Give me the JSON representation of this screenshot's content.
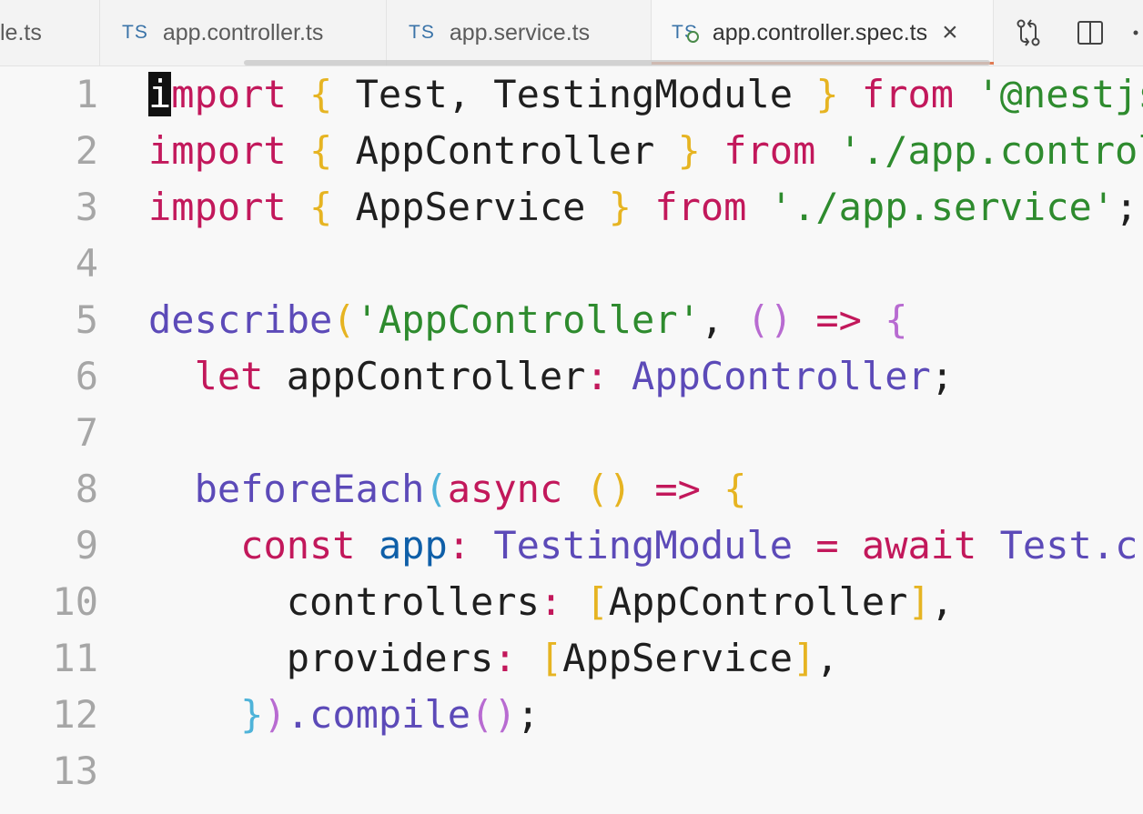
{
  "tabs": [
    {
      "label": "le.ts",
      "icon": "",
      "active": false
    },
    {
      "label": "app.controller.ts",
      "icon": "TS",
      "active": false
    },
    {
      "label": "app.service.ts",
      "icon": "TS",
      "active": false
    },
    {
      "label": "app.controller.spec.ts",
      "icon": "TS",
      "active": true
    }
  ],
  "tab_close_glyph": "×",
  "toolbar_icons": [
    "compare-changes-icon",
    "split-editor-icon",
    "more-actions-icon"
  ],
  "line_numbers": [
    "1",
    "2",
    "3",
    "4",
    "5",
    "6",
    "7",
    "8",
    "9",
    "10",
    "11",
    "12",
    "13"
  ],
  "lines": [
    [
      [
        "cursor-char",
        "i"
      ],
      [
        "kw",
        "mport "
      ],
      [
        "br1",
        "{ "
      ],
      [
        "pl",
        "Test, TestingModule "
      ],
      [
        "br1",
        "} "
      ],
      [
        "kw",
        "from "
      ],
      [
        "str",
        "'@nestjs"
      ]
    ],
    [
      [
        "kw",
        "import "
      ],
      [
        "br1",
        "{ "
      ],
      [
        "pl",
        "AppController "
      ],
      [
        "br1",
        "} "
      ],
      [
        "kw",
        "from "
      ],
      [
        "str",
        "'./app.control"
      ]
    ],
    [
      [
        "kw",
        "import "
      ],
      [
        "br1",
        "{ "
      ],
      [
        "pl",
        "AppService "
      ],
      [
        "br1",
        "} "
      ],
      [
        "kw",
        "from "
      ],
      [
        "str",
        "'./app.service'"
      ],
      [
        "pl",
        ";"
      ]
    ],
    [],
    [
      [
        "fn",
        "describe"
      ],
      [
        "br1",
        "("
      ],
      [
        "str",
        "'AppController'"
      ],
      [
        "pl",
        ", "
      ],
      [
        "br2",
        "() "
      ],
      [
        "op",
        "=> "
      ],
      [
        "br2",
        "{"
      ]
    ],
    [
      [
        "pl",
        "  "
      ],
      [
        "kw",
        "let "
      ],
      [
        "pl",
        "appController"
      ],
      [
        "op",
        ": "
      ],
      [
        "ty",
        "AppController"
      ],
      [
        "pl",
        ";"
      ]
    ],
    [],
    [
      [
        "pl",
        "  "
      ],
      [
        "fn",
        "beforeEach"
      ],
      [
        "br3",
        "("
      ],
      [
        "kw",
        "async "
      ],
      [
        "br1",
        "() "
      ],
      [
        "op",
        "=> "
      ],
      [
        "br1",
        "{"
      ]
    ],
    [
      [
        "pl",
        "    "
      ],
      [
        "kw",
        "const "
      ],
      [
        "va",
        "app"
      ],
      [
        "op",
        ": "
      ],
      [
        "ty",
        "TestingModule "
      ],
      [
        "op",
        "= "
      ],
      [
        "kw",
        "await "
      ],
      [
        "ty",
        "Test."
      ],
      [
        "fn",
        "cr"
      ]
    ],
    [
      [
        "pl",
        "      controllers"
      ],
      [
        "op",
        ": "
      ],
      [
        "br1",
        "["
      ],
      [
        "pl",
        "AppController"
      ],
      [
        "br1",
        "]"
      ],
      [
        "pl",
        ","
      ]
    ],
    [
      [
        "pl",
        "      providers"
      ],
      [
        "op",
        ": "
      ],
      [
        "br1",
        "["
      ],
      [
        "pl",
        "AppService"
      ],
      [
        "br1",
        "]"
      ],
      [
        "pl",
        ","
      ]
    ],
    [
      [
        "pl",
        "    "
      ],
      [
        "br3",
        "}"
      ],
      [
        "br2",
        ")"
      ],
      [
        "fn",
        ".compile"
      ],
      [
        "br2",
        "()"
      ],
      [
        "pl",
        ";"
      ]
    ],
    []
  ],
  "colors": {
    "keyword": "#c2185b",
    "string": "#2e8b2e",
    "function": "#5c4ab8",
    "bracket_gold": "#e6b422",
    "active_tab_underline": "#e07b53"
  }
}
